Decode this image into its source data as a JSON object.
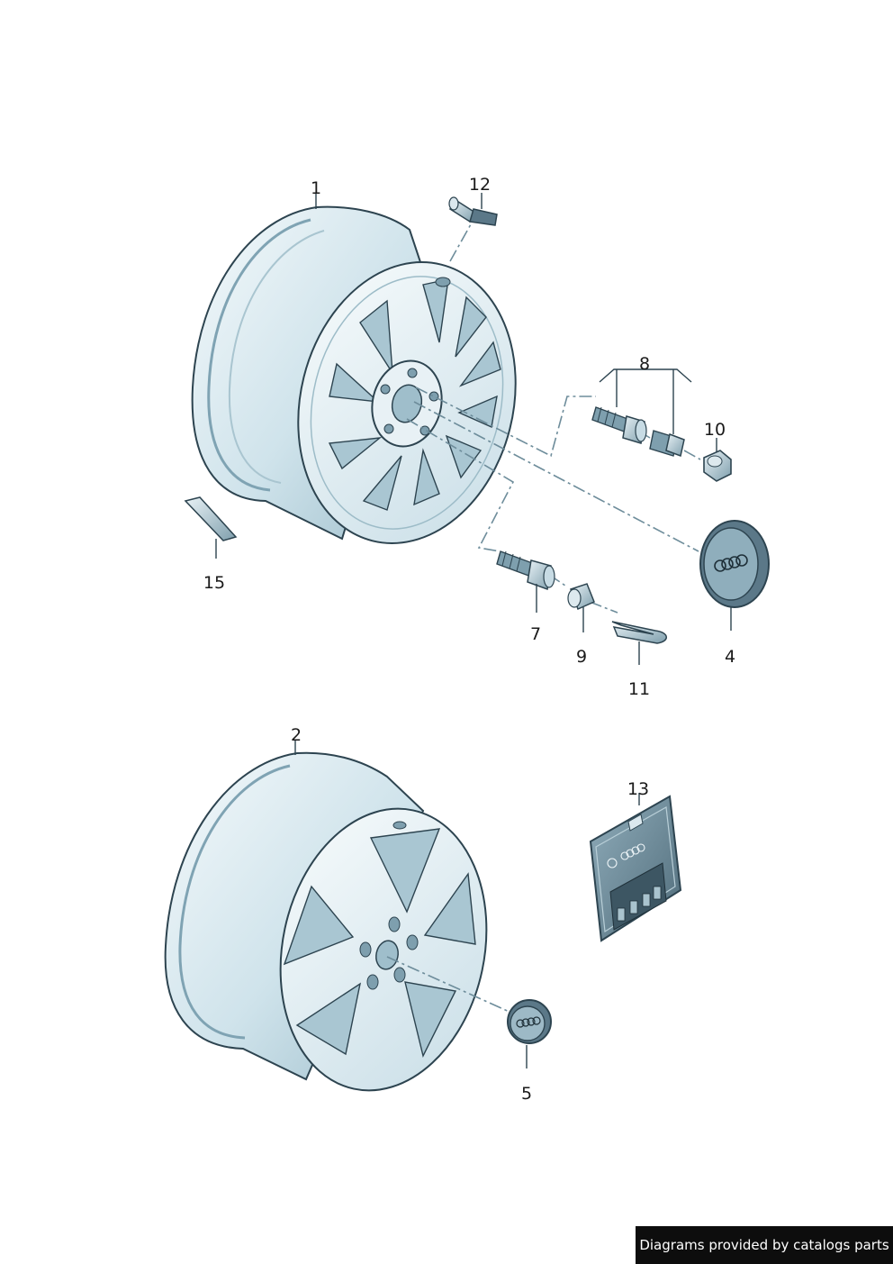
{
  "callouts": {
    "c1": "1",
    "c2": "2",
    "c4": "4",
    "c5": "5",
    "c7": "7",
    "c8": "8",
    "c9": "9",
    "c10": "10",
    "c11": "11",
    "c12": "12",
    "c13": "13",
    "c15": "15"
  },
  "footer": {
    "text": "Diagrams provided by catalogs parts"
  },
  "colors": {
    "wheel_light": "#eef6f9",
    "wheel_mid": "#c7dfe8",
    "wheel_shadow": "#8fb2c3",
    "line": "#2d4450",
    "dash": "#6e8d9b",
    "dark_part": "#5b7888"
  }
}
